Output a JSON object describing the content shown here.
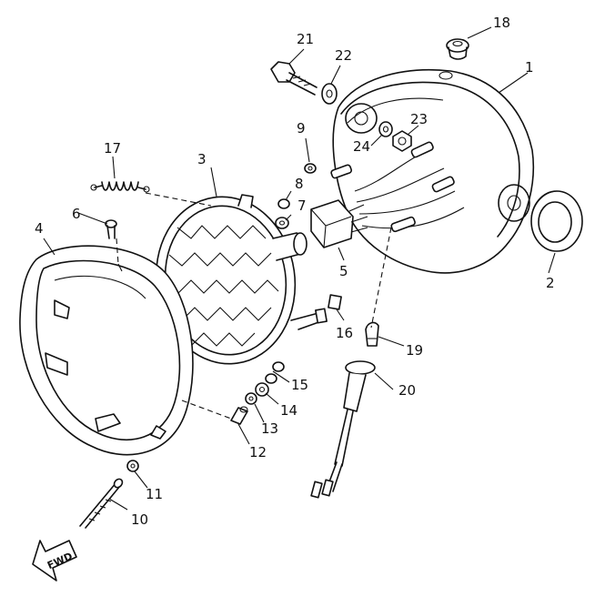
{
  "diagram": {
    "callouts": [
      {
        "id": "c1",
        "text": "1"
      },
      {
        "id": "c2",
        "text": "2"
      },
      {
        "id": "c3",
        "text": "3"
      },
      {
        "id": "c4",
        "text": "4"
      },
      {
        "id": "c5",
        "text": "5"
      },
      {
        "id": "c6",
        "text": "6"
      },
      {
        "id": "c7",
        "text": "7"
      },
      {
        "id": "c8",
        "text": "8"
      },
      {
        "id": "c9",
        "text": "9"
      },
      {
        "id": "c10",
        "text": "10"
      },
      {
        "id": "c11",
        "text": "11"
      },
      {
        "id": "c12",
        "text": "12"
      },
      {
        "id": "c13",
        "text": "13"
      },
      {
        "id": "c14",
        "text": "14"
      },
      {
        "id": "c15",
        "text": "15"
      },
      {
        "id": "c16",
        "text": "16"
      },
      {
        "id": "c17",
        "text": "17"
      },
      {
        "id": "c18",
        "text": "18"
      },
      {
        "id": "c19",
        "text": "19"
      },
      {
        "id": "c20",
        "text": "20"
      },
      {
        "id": "c21",
        "text": "21"
      },
      {
        "id": "c22",
        "text": "22"
      },
      {
        "id": "c23",
        "text": "23"
      },
      {
        "id": "c24",
        "text": "24"
      }
    ],
    "direction_marker": "FWD"
  }
}
